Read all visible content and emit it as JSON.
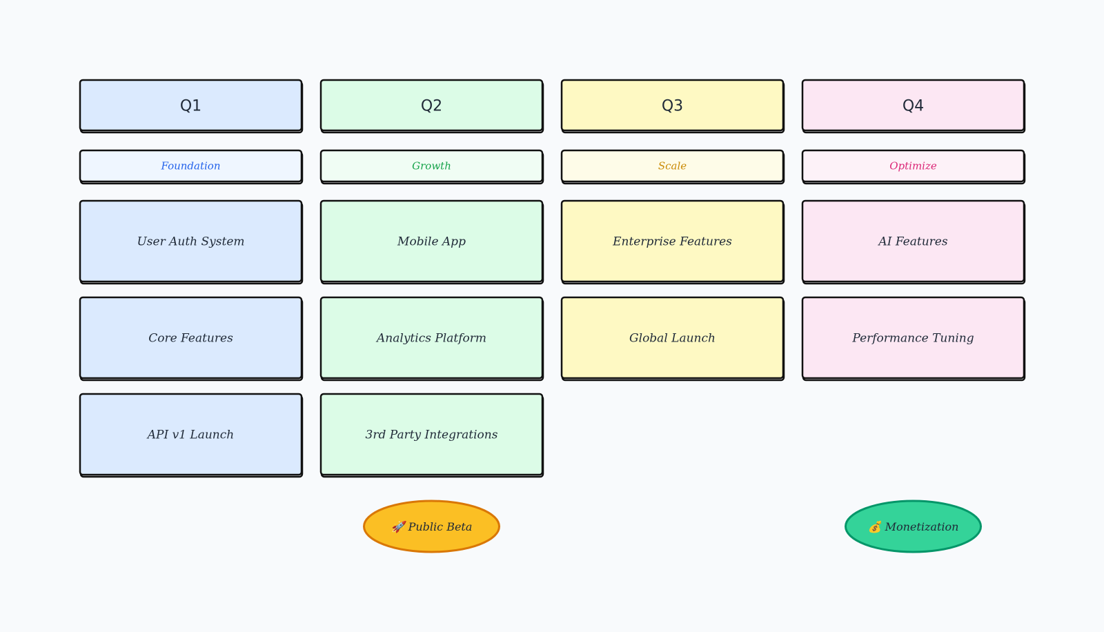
{
  "canvas": {
    "background": "#f8fafc",
    "stroke": "#111111"
  },
  "quarters": [
    {
      "label": "Q1",
      "theme": "Foundation",
      "fill": "#dbeafe",
      "sub_fill": "#eff6ff",
      "theme_color": "#2563eb",
      "items": [
        "User Auth System",
        "Core Features",
        "API v1 Launch"
      ]
    },
    {
      "label": "Q2",
      "theme": "Growth",
      "fill": "#dcfce7",
      "sub_fill": "#f0fdf4",
      "theme_color": "#16a34a",
      "items": [
        "Mobile App",
        "Analytics Platform",
        "3rd Party Integrations"
      ]
    },
    {
      "label": "Q3",
      "theme": "Scale",
      "fill": "#fef9c3",
      "sub_fill": "#fefce8",
      "theme_color": "#ca8a04",
      "items": [
        "Enterprise Features",
        "Global Launch"
      ]
    },
    {
      "label": "Q4",
      "theme": "Optimize",
      "fill": "#fce7f3",
      "sub_fill": "#fdf2f8",
      "theme_color": "#db2777",
      "items": [
        "AI Features",
        "Performance Tuning"
      ]
    }
  ],
  "milestones": [
    {
      "label": "🚀 Public Beta",
      "quarter": "Q2",
      "fill": "#fbbf24",
      "stroke": "#d97706"
    },
    {
      "label": "💰 Monetization",
      "quarter": "Q4",
      "fill": "#34d399",
      "stroke": "#059669"
    }
  ]
}
